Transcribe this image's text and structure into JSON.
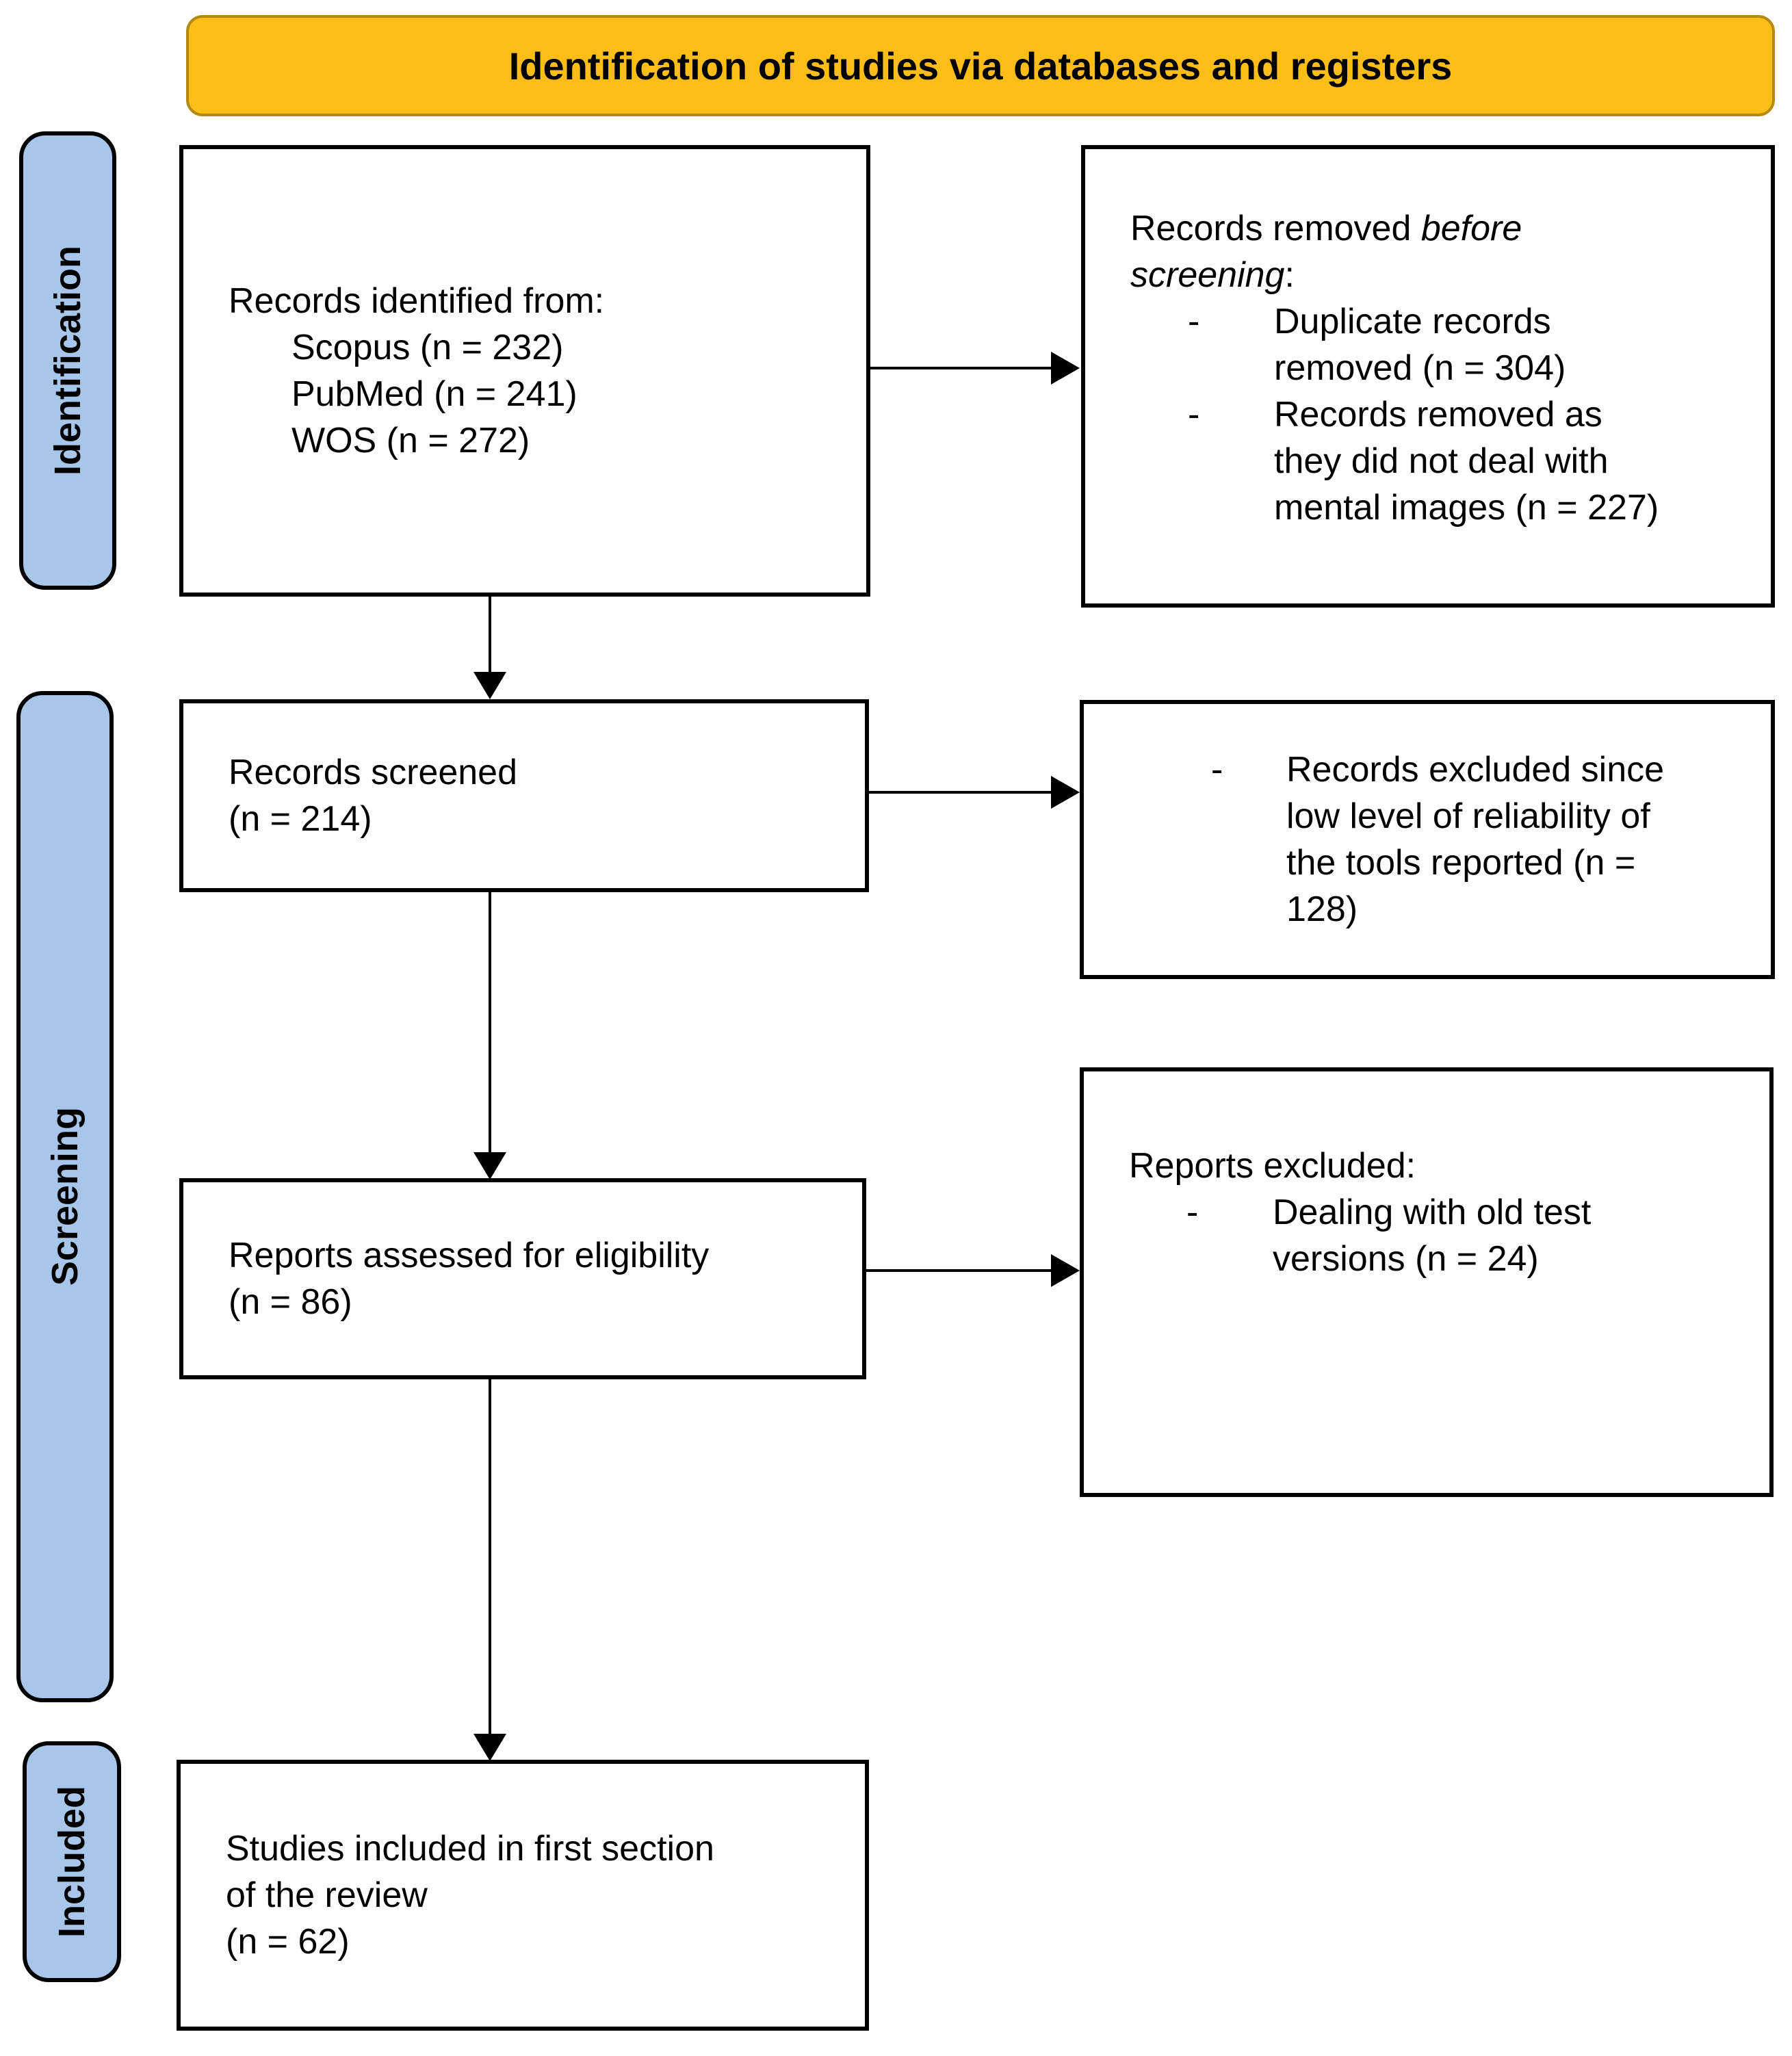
{
  "header": {
    "title": "Identification of studies via databases and registers"
  },
  "stages": [
    {
      "label": "Identification"
    },
    {
      "label": "Screening"
    },
    {
      "label": "Included"
    }
  ],
  "bullet_marker": "-",
  "boxes": {
    "records_identified": {
      "intro": "Records identified from:",
      "sources": [
        "Scopus (n = 232)",
        "PubMed (n = 241)",
        "WOS (n = 272)"
      ]
    },
    "records_removed": {
      "lead": "Records removed ",
      "italic_line1": "before",
      "italic_line2": "screening",
      "tail": ":",
      "bullet1_lines": [
        "Duplicate records",
        "removed (n = 304)"
      ],
      "bullet2_lines": [
        "Records removed as",
        "they did not deal with",
        "mental images (n = 227)"
      ]
    },
    "records_screened": {
      "line1": "Records screened",
      "line2": "(n = 214)"
    },
    "records_excluded": {
      "bullet1_lines": [
        "Records excluded since",
        "low level of reliability of",
        "the tools reported (n =",
        "128)"
      ]
    },
    "reports_assessed": {
      "line1": "Reports assessed for eligibility",
      "line2": "(n = 86)"
    },
    "reports_excluded": {
      "intro": "Reports excluded:",
      "bullet1_lines": [
        "Dealing with old test",
        "versions (n = 24)"
      ]
    },
    "studies_included": {
      "line1": "Studies included in first section",
      "line2": "of the review",
      "line3": "(n = 62)"
    }
  },
  "colors": {
    "header_bg": "#FBBE18",
    "header_border": "#B3890F",
    "stage_bg": "#A8C6E9",
    "box_border": "#000000",
    "arrow": "#000000"
  }
}
